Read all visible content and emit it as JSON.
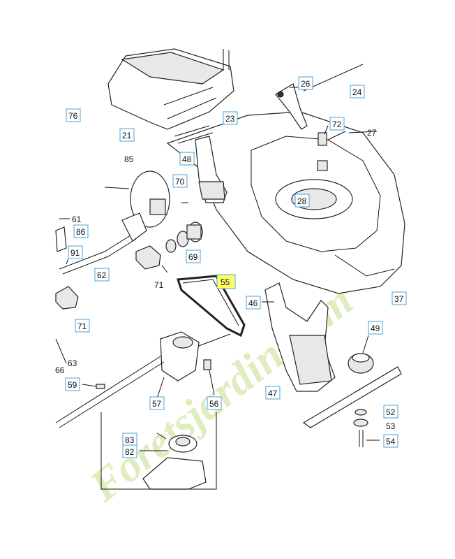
{
  "watermark": {
    "text": "Foretsjardin.com"
  },
  "highlight_color": "#ffff66",
  "box_color": "#4aa3d8",
  "parts": [
    {
      "id": "p76",
      "label": "76",
      "boxed": true,
      "highlight": false
    },
    {
      "id": "p21",
      "label": "21",
      "boxed": true,
      "highlight": false
    },
    {
      "id": "p23",
      "label": "23",
      "boxed": true,
      "highlight": false
    },
    {
      "id": "p26",
      "label": "26",
      "boxed": true,
      "highlight": false
    },
    {
      "id": "p24",
      "label": "24",
      "boxed": true,
      "highlight": false
    },
    {
      "id": "p72",
      "label": "72",
      "boxed": true,
      "highlight": false
    },
    {
      "id": "p27",
      "label": "27",
      "boxed": false,
      "highlight": false
    },
    {
      "id": "p85",
      "label": "85",
      "boxed": false,
      "highlight": false
    },
    {
      "id": "p48",
      "label": "48",
      "boxed": true,
      "highlight": false
    },
    {
      "id": "p70",
      "label": "70",
      "boxed": true,
      "highlight": false
    },
    {
      "id": "p28",
      "label": "28",
      "boxed": true,
      "highlight": false
    },
    {
      "id": "p61",
      "label": "61",
      "boxed": false,
      "highlight": false
    },
    {
      "id": "p86",
      "label": "86",
      "boxed": true,
      "highlight": false
    },
    {
      "id": "p91",
      "label": "91",
      "boxed": true,
      "highlight": false
    },
    {
      "id": "p62",
      "label": "62",
      "boxed": true,
      "highlight": false
    },
    {
      "id": "p69",
      "label": "69",
      "boxed": true,
      "highlight": false
    },
    {
      "id": "p71a",
      "label": "71",
      "boxed": false,
      "highlight": false
    },
    {
      "id": "p55",
      "label": "55",
      "boxed": true,
      "highlight": true
    },
    {
      "id": "p46",
      "label": "46",
      "boxed": true,
      "highlight": false
    },
    {
      "id": "p37",
      "label": "37",
      "boxed": true,
      "highlight": false
    },
    {
      "id": "p71b",
      "label": "71",
      "boxed": true,
      "highlight": false
    },
    {
      "id": "p49",
      "label": "49",
      "boxed": true,
      "highlight": false
    },
    {
      "id": "p66",
      "label": "66",
      "boxed": false,
      "highlight": false
    },
    {
      "id": "p63",
      "label": "63",
      "boxed": false,
      "highlight": false
    },
    {
      "id": "p59",
      "label": "59",
      "boxed": true,
      "highlight": false
    },
    {
      "id": "p47",
      "label": "47",
      "boxed": true,
      "highlight": false
    },
    {
      "id": "p57",
      "label": "57",
      "boxed": true,
      "highlight": false
    },
    {
      "id": "p56",
      "label": "56",
      "boxed": true,
      "highlight": false
    },
    {
      "id": "p52",
      "label": "52",
      "boxed": true,
      "highlight": false
    },
    {
      "id": "p53",
      "label": "53",
      "boxed": false,
      "highlight": false
    },
    {
      "id": "p54",
      "label": "54",
      "boxed": true,
      "highlight": false
    },
    {
      "id": "p83",
      "label": "83",
      "boxed": true,
      "highlight": false
    },
    {
      "id": "p82",
      "label": "82",
      "boxed": true,
      "highlight": false
    }
  ]
}
